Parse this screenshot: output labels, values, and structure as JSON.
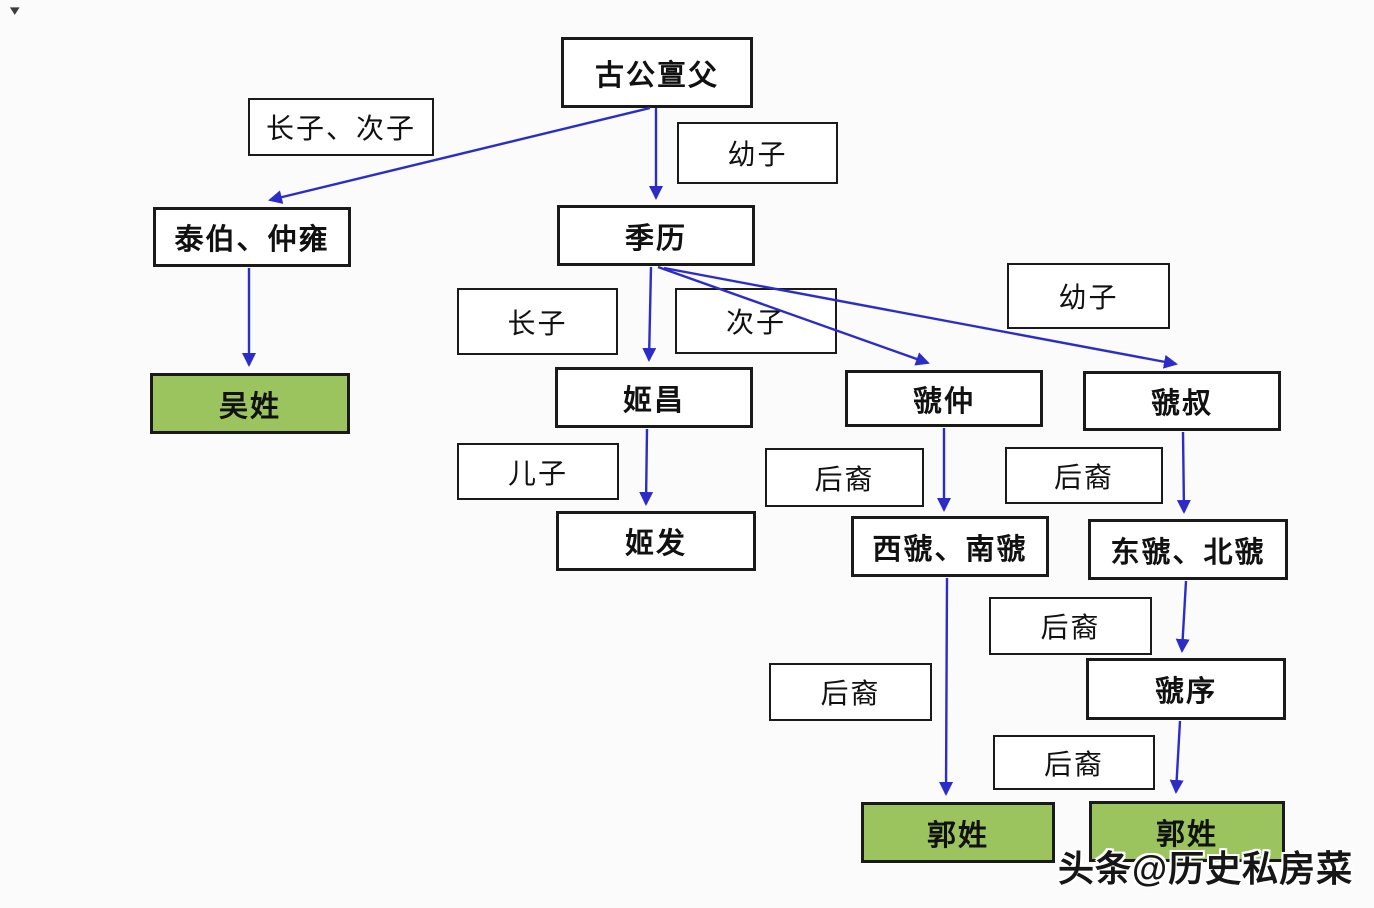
{
  "colors": {
    "arrow": "#2c2cc8",
    "box_border": "#1a1a1a",
    "box_fill": "#ffffff",
    "surname_fill": "#9cc45e",
    "background": "#fbfbfb",
    "text": "#111111"
  },
  "watermark": {
    "text": "头条@历史私房菜"
  },
  "cursor_glyph": "▾",
  "diagram": {
    "nodes": [
      {
        "id": "gugong-danfu",
        "type": "person",
        "label": "古公亶父"
      },
      {
        "id": "rel-eldest-second",
        "type": "relation",
        "label": "长子、次子"
      },
      {
        "id": "rel-youngest-top",
        "type": "relation",
        "label": "幼子"
      },
      {
        "id": "taibo-zhongyong",
        "type": "person",
        "label": "泰伯、仲雍"
      },
      {
        "id": "jili",
        "type": "person",
        "label": "季历"
      },
      {
        "id": "rel-eldest",
        "type": "relation",
        "label": "长子"
      },
      {
        "id": "rel-second",
        "type": "relation",
        "label": "次子"
      },
      {
        "id": "rel-youngest-2",
        "type": "relation",
        "label": "幼子"
      },
      {
        "id": "wu-surname",
        "type": "surname",
        "label": "吴姓"
      },
      {
        "id": "jichang",
        "type": "person",
        "label": "姬昌"
      },
      {
        "id": "guozhong",
        "type": "person",
        "label": "虢仲"
      },
      {
        "id": "guoshu",
        "type": "person",
        "label": "虢叔"
      },
      {
        "id": "rel-son",
        "type": "relation",
        "label": "儿子"
      },
      {
        "id": "rel-descendants-1",
        "type": "relation",
        "label": "后裔"
      },
      {
        "id": "rel-descendants-2",
        "type": "relation",
        "label": "后裔"
      },
      {
        "id": "jifa",
        "type": "person",
        "label": "姬发"
      },
      {
        "id": "xiguo-nanguo",
        "type": "person",
        "label": "西虢、南虢"
      },
      {
        "id": "dongguo-beiguo",
        "type": "person",
        "label": "东虢、北虢"
      },
      {
        "id": "rel-descendants-3",
        "type": "relation",
        "label": "后裔"
      },
      {
        "id": "rel-descendants-4",
        "type": "relation",
        "label": "后裔"
      },
      {
        "id": "guoxu",
        "type": "person",
        "label": "虢序"
      },
      {
        "id": "rel-descendants-5",
        "type": "relation",
        "label": "后裔"
      },
      {
        "id": "guo-surname-left",
        "type": "surname",
        "label": "郭姓"
      },
      {
        "id": "guo-surname-right",
        "type": "surname",
        "label": "郭姓"
      }
    ],
    "edges": [
      {
        "from": "gugong-danfu",
        "to": "taibo-zhongyong",
        "via_label": "长子、次子"
      },
      {
        "from": "gugong-danfu",
        "to": "jili",
        "via_label": "幼子"
      },
      {
        "from": "taibo-zhongyong",
        "to": "wu-surname"
      },
      {
        "from": "jili",
        "to": "jichang",
        "via_label": "长子"
      },
      {
        "from": "jili",
        "to": "guozhong",
        "via_label": "次子"
      },
      {
        "from": "jili",
        "to": "guoshu",
        "via_label": "幼子"
      },
      {
        "from": "jichang",
        "to": "jifa",
        "via_label": "儿子"
      },
      {
        "from": "guozhong",
        "to": "xiguo-nanguo",
        "via_label": "后裔"
      },
      {
        "from": "guoshu",
        "to": "dongguo-beiguo",
        "via_label": "后裔"
      },
      {
        "from": "xiguo-nanguo",
        "to": "guo-surname-left",
        "via_label": "后裔"
      },
      {
        "from": "dongguo-beiguo",
        "to": "guoxu",
        "via_label": "后裔"
      },
      {
        "from": "guoxu",
        "to": "guo-surname-right",
        "via_label": "后裔"
      }
    ]
  }
}
